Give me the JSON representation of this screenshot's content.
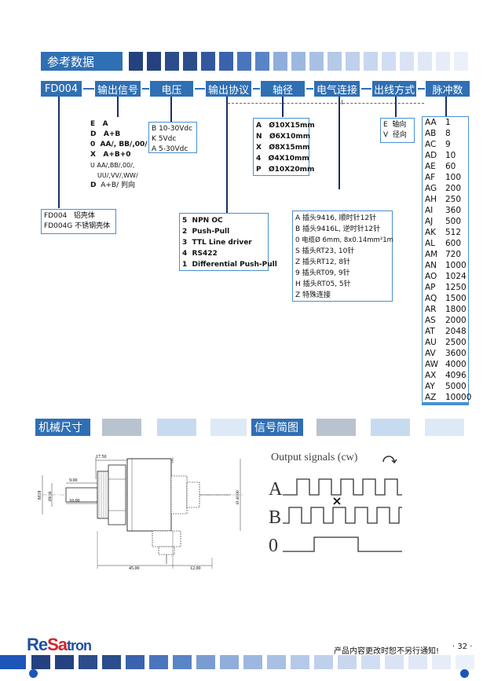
{
  "sections": {
    "reference_title": "参考数据",
    "mech_title": "机械尺寸",
    "signal_title": "信号简图"
  },
  "code_row": {
    "model": "FD004",
    "output_signal": "输出信号",
    "voltage": "电压",
    "output_protocol": "输出协议",
    "shaft": "轴径",
    "connection": "电气连接",
    "outlet": "出线方式",
    "pulses": "脉冲数"
  },
  "output_signal_options": [
    {
      "code": "E",
      "desc": "A"
    },
    {
      "code": "D",
      "desc": "A+B"
    },
    {
      "code": "0",
      "desc": "AA/, BB/,00/"
    },
    {
      "code": "X",
      "desc": "A+B+0"
    },
    {
      "code": "U",
      "desc": "AA/,BB/,00/,"
    },
    {
      "code": "",
      "desc": "UU/,VV/,WW/"
    },
    {
      "code": "D",
      "desc": "A+B/ 判向"
    }
  ],
  "voltage_options": [
    {
      "code": "B",
      "desc": "10-30Vdc"
    },
    {
      "code": "K",
      "desc": "5Vdc"
    },
    {
      "code": "A",
      "desc": "5-30Vdc"
    }
  ],
  "shaft_options": [
    {
      "code": "A",
      "desc": "Ø10X15mm"
    },
    {
      "code": "N",
      "desc": "Ø6X10mm"
    },
    {
      "code": "X",
      "desc": "Ø8X15mm"
    },
    {
      "code": "4",
      "desc": "Ø4X10mm"
    },
    {
      "code": "P",
      "desc": "Ø10X20mm"
    }
  ],
  "outlet_options": [
    {
      "code": "E",
      "desc": "轴向"
    },
    {
      "code": "V",
      "desc": "径向"
    }
  ],
  "housing_options": [
    {
      "code": "FD004",
      "desc": "铝壳体"
    },
    {
      "code": "FD004G",
      "desc": "不锈钢壳体"
    }
  ],
  "protocol_options": [
    {
      "code": "5",
      "desc": "NPN OC"
    },
    {
      "code": "2",
      "desc": "Push-Pull"
    },
    {
      "code": "3",
      "desc": "TTL Line driver"
    },
    {
      "code": "4",
      "desc": "RS422"
    },
    {
      "code": "1",
      "desc": "Differential Push-Pull"
    }
  ],
  "connection_options": [
    {
      "code": "A",
      "desc": "插头9416, 顺时针12针"
    },
    {
      "code": "B",
      "desc": "插头9416L, 逆时针12针"
    },
    {
      "code": "0",
      "desc": "电缆Ø 6mm, 8x0.14mm²1m"
    },
    {
      "code": "S",
      "desc": "插头RT23, 10针"
    },
    {
      "code": "Z",
      "desc": "插头RT12, 8针"
    },
    {
      "code": "9",
      "desc": "插头RT09, 9针"
    },
    {
      "code": "H",
      "desc": "插头RT05, 5针"
    },
    {
      "code": "Z",
      "desc": "特殊连接"
    }
  ],
  "pulse_options": [
    {
      "code": "AA",
      "value": "1"
    },
    {
      "code": "AB",
      "value": "8"
    },
    {
      "code": "AC",
      "value": "9"
    },
    {
      "code": "AD",
      "value": "10"
    },
    {
      "code": "AE",
      "value": "60"
    },
    {
      "code": "AF",
      "value": "100"
    },
    {
      "code": "AG",
      "value": "200"
    },
    {
      "code": "AH",
      "value": "250"
    },
    {
      "code": "AI",
      "value": "360"
    },
    {
      "code": "AJ",
      "value": "500"
    },
    {
      "code": "AK",
      "value": "512"
    },
    {
      "code": "AL",
      "value": "600"
    },
    {
      "code": "AM",
      "value": "720"
    },
    {
      "code": "AN",
      "value": "1000"
    },
    {
      "code": "AO",
      "value": "1024"
    },
    {
      "code": "AP",
      "value": "1250"
    },
    {
      "code": "AQ",
      "value": "1500"
    },
    {
      "code": "AR",
      "value": "1800"
    },
    {
      "code": "AS",
      "value": "2000"
    },
    {
      "code": "AT",
      "value": "2048"
    },
    {
      "code": "AU",
      "value": "2500"
    },
    {
      "code": "AV",
      "value": "3600"
    },
    {
      "code": "AW",
      "value": "4000"
    },
    {
      "code": "AX",
      "value": "4096"
    },
    {
      "code": "AY",
      "value": "5000"
    },
    {
      "code": "AZ",
      "value": "10000"
    }
  ],
  "drawing": {
    "dim_17_50": "17.50",
    "dim_9_00": "9.00",
    "dim_10_00": "10.00",
    "dim_45_00": "45.00",
    "dim_12_00": "12.00",
    "dim_m18": "M18",
    "dim_shaft": "Ø6 h6",
    "dim_body": "Ø 40.00"
  },
  "signals": {
    "title": "Output signals (cw)",
    "ch_a": "A",
    "ch_b": "B",
    "ch_0": "0"
  },
  "footer": {
    "logo_re": "Re",
    "logo_sa": "Sa",
    "logo_tron": "tron",
    "notice": "产品内容更改时恕不另行通知!",
    "page": "· 32 ·"
  },
  "colors": {
    "accent_blue": "#2f6fb3",
    "dark_navy": "#1b2f6a",
    "light_blue": "#b8cdea",
    "red_logo": "#d2232a"
  }
}
